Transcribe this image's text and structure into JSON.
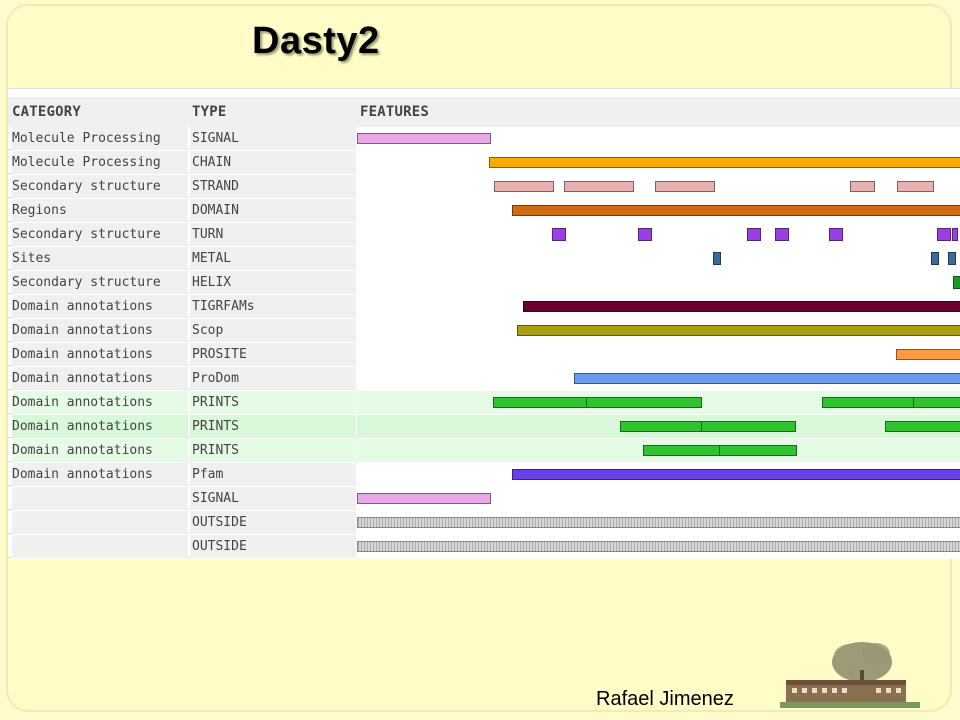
{
  "title": "Dasty2",
  "footer": {
    "author": "Rafael Jimenez"
  },
  "table": {
    "headers": {
      "category": "CATEGORY",
      "type": "TYPE",
      "features": "FEATURES"
    },
    "rows": [
      {
        "category": "Molecule Processing",
        "type": "SIGNAL",
        "color": "#e8a8e8"
      },
      {
        "category": "Molecule Processing",
        "type": "CHAIN",
        "color": "#ffaa00"
      },
      {
        "category": "Secondary structure",
        "type": "STRAND",
        "color": "#e8b0b0"
      },
      {
        "category": "Regions",
        "type": "DOMAIN",
        "color": "#d26a10"
      },
      {
        "category": "Secondary structure",
        "type": "TURN",
        "color": "#9a40e0"
      },
      {
        "category": "Sites",
        "type": "METAL",
        "color": "#3a6a9a"
      },
      {
        "category": "Secondary structure",
        "type": "HELIX",
        "color": "#1a9a2a"
      },
      {
        "category": "Domain annotations",
        "type": "TIGRFAMs",
        "color": "#6a0030"
      },
      {
        "category": "Domain annotations",
        "type": "Scop",
        "color": "#a8a010"
      },
      {
        "category": "Domain annotations",
        "type": "PROSITE",
        "color": "#ff9a40"
      },
      {
        "category": "Domain annotations",
        "type": "ProDom",
        "color": "#6a9aee"
      },
      {
        "category": "Domain annotations",
        "type": "PRINTS",
        "color": "#2ec42e"
      },
      {
        "category": "Domain annotations",
        "type": "PRINTS",
        "color": "#2ec42e"
      },
      {
        "category": "Domain annotations",
        "type": "PRINTS",
        "color": "#2ec42e"
      },
      {
        "category": "Domain annotations",
        "type": "Pfam",
        "color": "#6a40e8"
      },
      {
        "category": "",
        "type": "SIGNAL",
        "color": "#e8a8e8"
      },
      {
        "category": "",
        "type": "OUTSIDE",
        "color": "#cccccc"
      },
      {
        "category": "",
        "type": "OUTSIDE",
        "color": "#cccccc"
      }
    ]
  }
}
